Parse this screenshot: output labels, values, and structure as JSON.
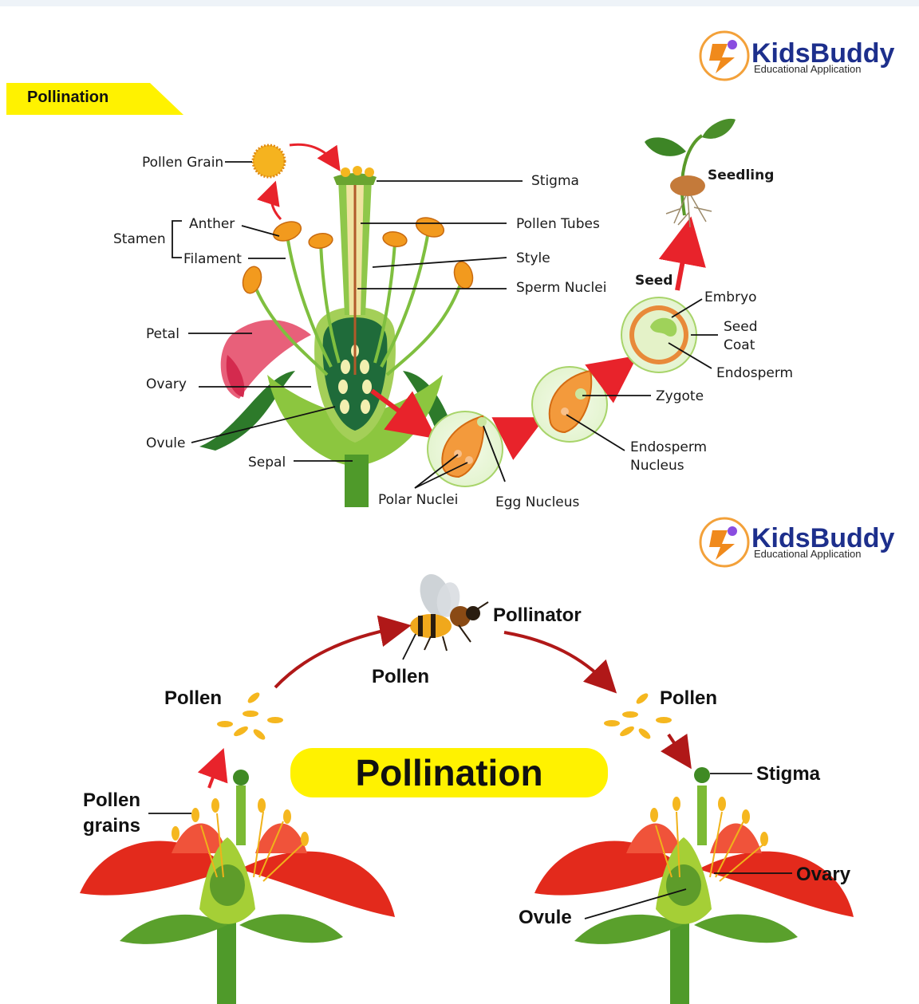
{
  "header": {
    "tag_label": "Pollination"
  },
  "brand": {
    "name": "KidsBuddy",
    "subtitle": "Educational Application"
  },
  "flower_labels": {
    "pollen_grain": "Pollen Grain",
    "stamen": "Stamen",
    "anther": "Anther",
    "filament": "Filament",
    "petal": "Petal",
    "ovary": "Ovary",
    "ovule": "Ovule",
    "sepal": "Sepal",
    "stigma": "Stigma",
    "pollen_tubes": "Pollen Tubes",
    "style": "Style",
    "sperm_nuclei": "Sperm Nuclei",
    "polar_nuclei": "Polar Nuclei",
    "egg_nucleus": "Egg Nucleus",
    "zygote": "Zygote",
    "endosperm_nucleus_1": "Endosperm",
    "endosperm_nucleus_2": "Nucleus",
    "seed": "Seed",
    "embryo": "Embryo",
    "seed_coat_1": "Seed",
    "seed_coat_2": "Coat",
    "endosperm": "Endosperm",
    "seedling": "Seedling"
  },
  "cycle_labels": {
    "pollinator": "Pollinator",
    "pollen_bee": "Pollen",
    "pollen_left": "Pollen",
    "pollen_right": "Pollen",
    "pollen_grains_1": "Pollen",
    "pollen_grains_2": "grains",
    "stigma": "Stigma",
    "ovary": "Ovary",
    "ovule": "Ovule",
    "title": "Pollination"
  },
  "colors": {
    "tag": "#fff200",
    "arrow": "#e8232b",
    "brand": "#1d2f8c",
    "petal": "#e32a1c",
    "stem": "#5aa02c",
    "anther": "#f7a21b"
  }
}
